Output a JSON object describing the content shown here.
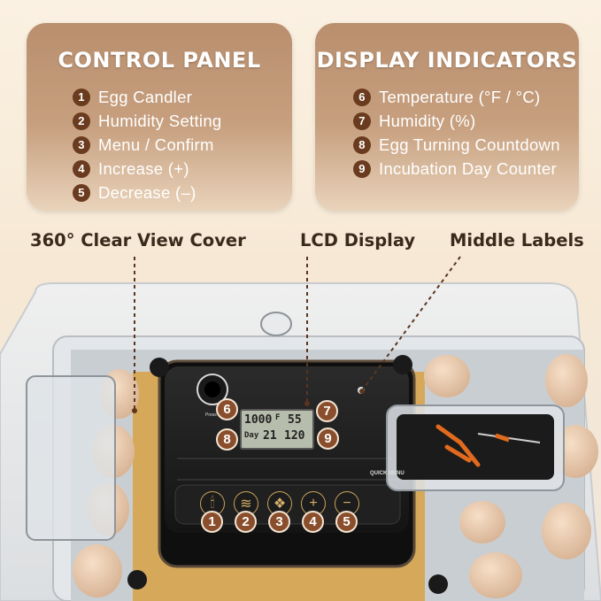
{
  "control_panel": {
    "title": "CONTROL PANEL",
    "items": [
      {
        "num": "1",
        "label": "Egg Candler"
      },
      {
        "num": "2",
        "label": "Humidity Setting"
      },
      {
        "num": "3",
        "label": "Menu / Confirm"
      },
      {
        "num": "4",
        "label": "Increase (+)"
      },
      {
        "num": "5",
        "label": "Decrease (–)"
      }
    ]
  },
  "display_indicators": {
    "title": "DISPLAY INDICATORS",
    "items": [
      {
        "num": "6",
        "label": "Temperature (°F / °C)"
      },
      {
        "num": "7",
        "label": "Humidity (%)"
      },
      {
        "num": "8",
        "label": "Egg Turning Countdown"
      },
      {
        "num": "9",
        "label": "Incubation Day Counter"
      }
    ]
  },
  "callouts": {
    "cover": "360° Clear View Cover",
    "lcd": "LCD Display",
    "labels": "Middle Labels"
  },
  "lcd": {
    "temp": "1000",
    "temp_unit": "F",
    "humidity": "55",
    "day_label": "Day",
    "day": "21",
    "countdown": "120"
  },
  "panel_labels": {
    "quick_menu": "QUICK MENU",
    "press": "Press"
  },
  "badges": [
    "1",
    "2",
    "3",
    "4",
    "5",
    "6",
    "7",
    "8",
    "9"
  ],
  "colors": {
    "panel_top": "#b98f6e",
    "badge": "#8a4e2c",
    "number_circle": "#6a3b1f",
    "accent_gold": "#c9a35a"
  }
}
